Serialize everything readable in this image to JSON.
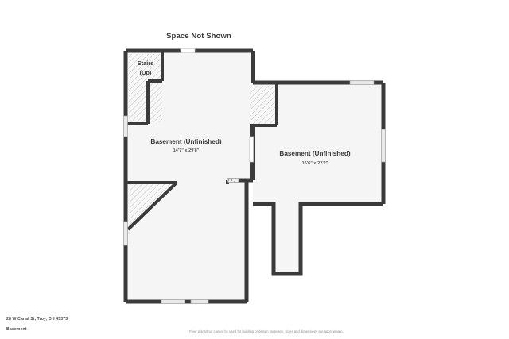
{
  "page": {
    "title": "Space Not Shown",
    "background_color": "#ffffff"
  },
  "floorplan": {
    "wall_color": "#3b3b3b",
    "floor_fill": "#f5f5f5",
    "window_color": "#d9d9d9",
    "hatch_color": "#9a9a9a",
    "rooms": [
      {
        "id": "basement-left",
        "name": "Basement (Unfinished)",
        "dimensions": "14'7\" x 29'8\""
      },
      {
        "id": "basement-right",
        "name": "Basement (Unfinished)",
        "dimensions": "16'6\" x 22'2\""
      }
    ],
    "features": [
      {
        "id": "stairs",
        "label_line1": "Stairs",
        "label_line2": "(Up)"
      }
    ]
  },
  "footer": {
    "address": "28 W Canal St, Troy, OH 45373",
    "level": "Basement",
    "disclaimer": "Floor plans/tour cannot be used for building or design purposes. Sizes and dimensions are approximate."
  }
}
